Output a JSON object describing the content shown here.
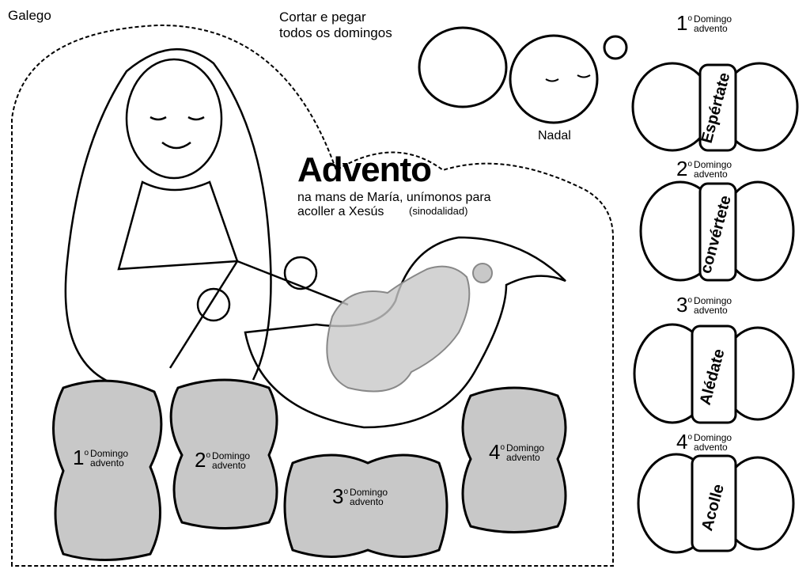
{
  "header": {
    "language": "Galego",
    "instructions_line1": "Cortar e pegar",
    "instructions_line2": "todos os domingos"
  },
  "title": {
    "main": "Advento",
    "subtitle_line1": "na mans de María, unímonos para",
    "subtitle_line2": "acoller a Xesús",
    "note": "(sinodalidad)"
  },
  "baby_label": "Nadal",
  "sundays": [
    {
      "number": "1",
      "ordinal": "o",
      "line1": "Domingo",
      "line2": "advento",
      "word": "Espértate"
    },
    {
      "number": "2",
      "ordinal": "o",
      "line1": "Domingo",
      "line2": "advento",
      "word": "convértete"
    },
    {
      "number": "3",
      "ordinal": "o",
      "line1": "Domingo",
      "line2": "advento",
      "word": "Alédate"
    },
    {
      "number": "4",
      "ordinal": "o",
      "line1": "Domingo",
      "line2": "advento",
      "word": "Acolle"
    }
  ],
  "colors": {
    "slot_fill": "#c8c8c8",
    "ink": "#000000"
  }
}
